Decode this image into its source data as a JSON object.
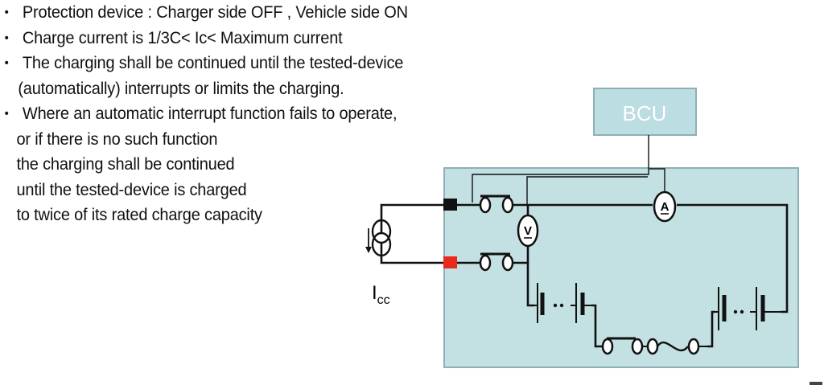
{
  "bullets": [
    {
      "lines": [
        "Protection device : Charger side OFF , Vehicle side ON"
      ]
    },
    {
      "lines": [
        "Charge current is 1/3C< Ic< Maximum current"
      ]
    },
    {
      "lines": [
        "The charging shall be continued until the tested-device",
        "(automatically) interrupts or limits the charging."
      ]
    },
    {
      "lines": [
        "Where an automatic interrupt function fails to operate,",
        "or if there is no such function",
        "the charging shall be continued",
        "until the tested-device is charged",
        "to twice of its rated charge capacity"
      ]
    }
  ],
  "diagram": {
    "bcu_label": "BCU",
    "voltmeter_label": "V",
    "ammeter_label": "A",
    "source_label_main": "I",
    "source_label_sub": "cc",
    "colors": {
      "device_fill": "#c3e0e3",
      "device_border": "#8fb0b3",
      "bcu_fill": "#bcdde1",
      "negative_terminal": "#111111",
      "positive_terminal": "#e8291c",
      "wire": "#111111"
    }
  }
}
